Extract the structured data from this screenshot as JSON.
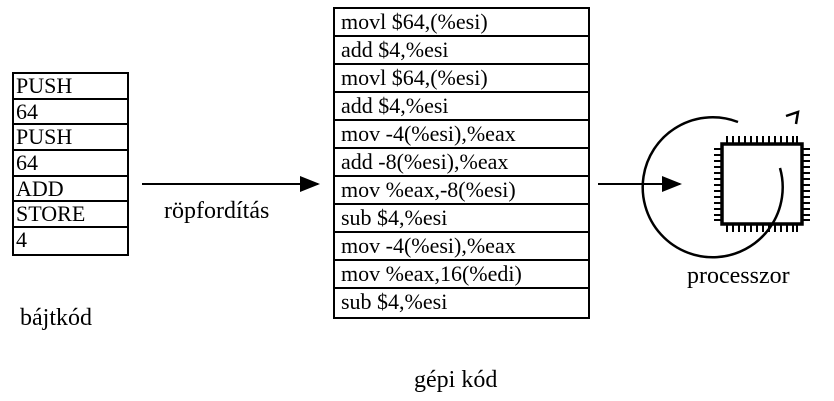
{
  "bytecode": {
    "label": "bájtkód",
    "items": [
      "PUSH",
      "64",
      "PUSH",
      "64",
      "ADD",
      "STORE",
      "4"
    ]
  },
  "compile": {
    "label": "röpfordítás"
  },
  "machine_code": {
    "label": "gépi kód",
    "items": [
      "movl $64,(%esi)",
      "add $4,%esi",
      "movl $64,(%esi)",
      "add $4,%esi",
      "mov -4(%esi),%eax",
      "add -8(%esi),%eax",
      "mov %eax,-8(%esi)",
      "sub $4,%esi",
      "mov -4(%esi),%eax",
      "mov %eax,16(%edi)",
      "sub $4,%esi"
    ]
  },
  "processor": {
    "label": "processzor",
    "icon": "cpu-chip-icon"
  }
}
